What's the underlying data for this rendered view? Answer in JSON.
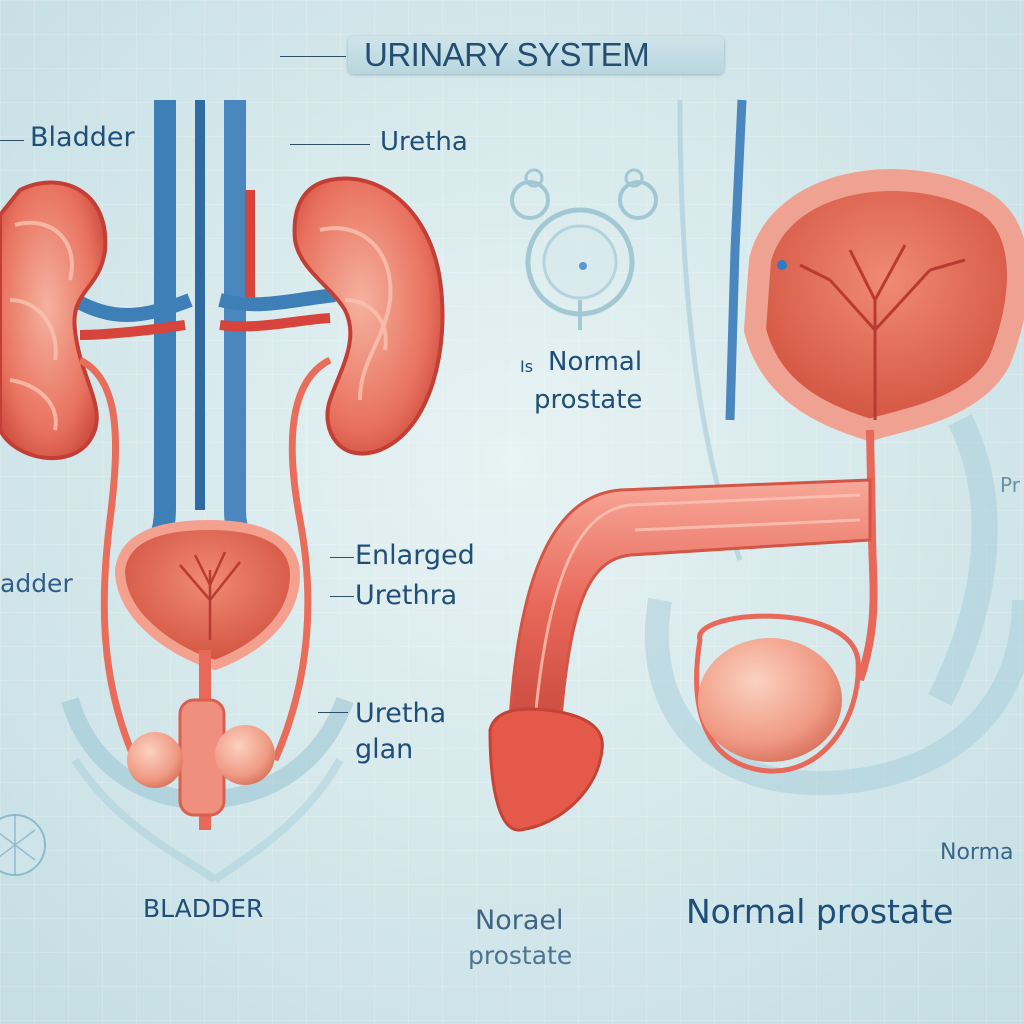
{
  "title": "URINARY SYSTEM",
  "labels": {
    "left_bladder_top": "Bladder",
    "urethra_top": "Uretha",
    "normal_prostate_mid_prefix": "Is",
    "normal_prostate_mid_line1": "Normal",
    "normal_prostate_mid_line2": "prostate",
    "left_bladder_mid": "adder",
    "enlarged_line1": "Enlarged",
    "enlarged_line2": "Urethra",
    "uretha_gland_line1": "Uretha",
    "uretha_gland_line2": "glan",
    "bladder_bottom": "BLADDER",
    "norael_line1": "Norael",
    "norael_line2": "prostate",
    "normal_prostate_big": "Normal prostate",
    "normal_right_edge": "Norma",
    "pro_right_edge": "Pr"
  },
  "colors": {
    "background": "#dcecef",
    "organ_red": "#e0574a",
    "organ_light": "#f3a08f",
    "vein_blue": "#3f7fb8",
    "label_text": "#1f4e78"
  }
}
